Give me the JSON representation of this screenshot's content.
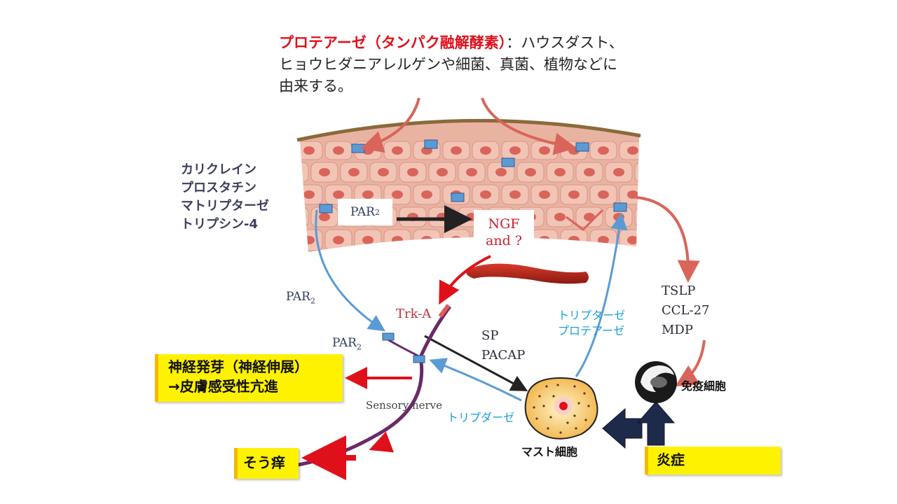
{
  "caption": {
    "highlight": "プロテアーゼ（タンパク融解酵素）",
    "rest": "：ハウスダスト、ヒョウヒダニアレルゲンや細菌、真菌、植物などに由来する。"
  },
  "enzymes": [
    "カリクレイン",
    "プロスタチン",
    "マトリプターゼ",
    "トリプシン-4"
  ],
  "labels": {
    "par2_main": "PAR",
    "par2_sub": "2",
    "ngf_line1": "NGF",
    "ngf_line2": "and ?",
    "trka": "Trk-A",
    "sp": "SP",
    "pacap": "PACAP",
    "tslp": "TSLP",
    "ccl27": "CCL-27",
    "mdp": "MDP",
    "tryptase_protease_1": "トリプターゼ",
    "tryptase_protease_2": "プロテアーゼ",
    "tryptase_mast": "トリプダーゼ",
    "sensory_nerve": "Sensory nerve",
    "immune_cell": "免疫細胞",
    "mast_cell": "マスト細胞"
  },
  "boxes": {
    "nerve_sprouting_1": "神経発芽（神経伸展）",
    "nerve_sprouting_2": "→皮膚感受性亢進",
    "itch": "そう痒",
    "inflammation": "炎症"
  },
  "colors": {
    "caption_highlight": "#e0101a",
    "enzyme_text": "#3b3e5a",
    "blue_arrow": "#5b9bd5",
    "red_arrow": "#d63a2f",
    "salmon_arrow": "#d9655a",
    "highlight_box": "#fff200",
    "nerve": "#6a2a68"
  }
}
